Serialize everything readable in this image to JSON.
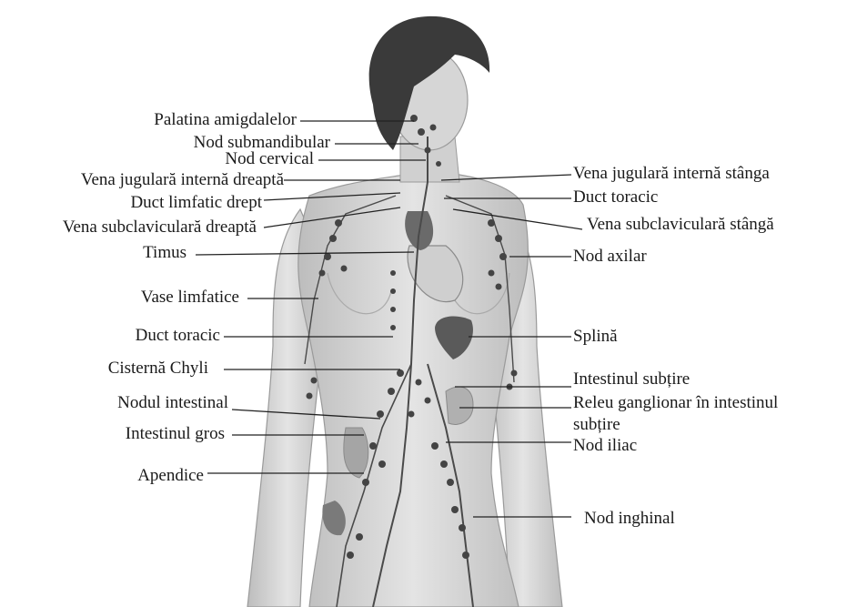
{
  "labels_left": [
    "Palatina amigdalelor",
    "Nod submandibular",
    "Nod cervical",
    "Vena jugulară internă dreaptă",
    "Duct limfatic drept",
    "Vena subclaviculară dreaptă",
    "Timus",
    "Vase limfatice",
    "Duct toracic",
    "Cisternă Chyli",
    "Nodul intestinal",
    "Intestinul gros",
    "Apendice"
  ],
  "labels_right": [
    "Vena jugulară internă stânga",
    "Duct toracic",
    "Vena subclaviculară stângă",
    "Nod axilar",
    "Splină",
    "Intestinul subțire",
    "Releu ganglionar în intestinul",
    "subțire",
    "Nod iliac",
    "Nod inghinal"
  ],
  "colors": {
    "text": "#1a1a1a",
    "line": "#222222",
    "skin": "#d9d9d9",
    "skin_shadow": "#b5b5b5",
    "hair": "#3a3a3a",
    "node": "#4a4a4a",
    "organ": "#8a8a8a"
  }
}
